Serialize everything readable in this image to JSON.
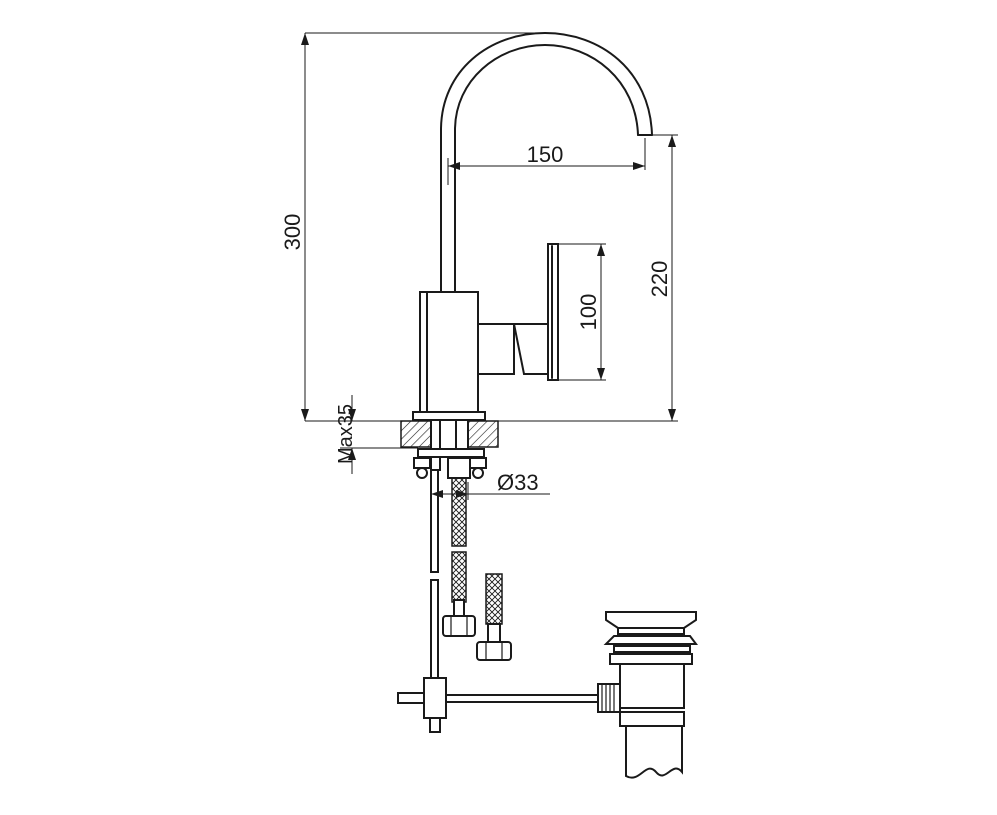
{
  "dimensions": {
    "total_height": "300",
    "spout_reach": "150",
    "spout_height": "220",
    "handle_height": "100",
    "max_counter_thickness": "Max35",
    "hole_diameter": "Ø33"
  },
  "colors": {
    "line": "#1a1a1a",
    "background": "#ffffff",
    "hatch": "#1a1a1a"
  }
}
